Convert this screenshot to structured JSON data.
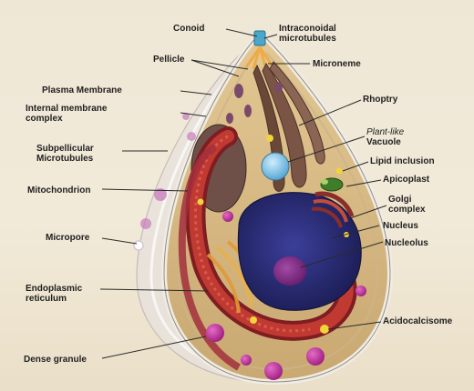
{
  "labels": {
    "conoid": "Conoid",
    "intraconoidal_1": "Intraconoidal",
    "intraconoidal_2": "microtubules",
    "pellicle": "Pellicle",
    "microneme": "Microneme",
    "plasma_membrane": "Plasma Membrane",
    "internal_membrane_1": "Internal membrane",
    "internal_membrane_2": "complex",
    "rhoptry": "Rhoptry",
    "plant_like_1": "Plant-like",
    "plant_like_2": "Vacuole",
    "subpellicular_1": "Subpellicular",
    "subpellicular_2": "Microtubules",
    "lipid_inclusion": "Lipid inclusion",
    "apicoplast": "Apicoplast",
    "mitochondrion": "Mitochondrion",
    "golgi_1": "Golgi",
    "golgi_2": "complex",
    "nucleus": "Nucleus",
    "micropore": "Micropore",
    "nucleolus": "Nucleolus",
    "er_1": "Endoplasmic",
    "er_2": "reticulum",
    "acidocalcisome": "Acidocalcisome",
    "dense_granule": "Dense granule"
  },
  "colors": {
    "background": "#efe7d6",
    "cytoplasm": "#d9bf8e",
    "nucleus": "#2d2f7a",
    "nucleolus": "#8a2f8f",
    "mitochondrion": "#b3302f",
    "dense_granule": "#c2319e",
    "golgi": "#e3a23b",
    "apicoplast": "#3f7d2b",
    "rhoptry": "#6b4b3e",
    "conoid": "#4aa7c9",
    "lipid": "#f0d43a",
    "pellicle": "#f3f0ea"
  }
}
